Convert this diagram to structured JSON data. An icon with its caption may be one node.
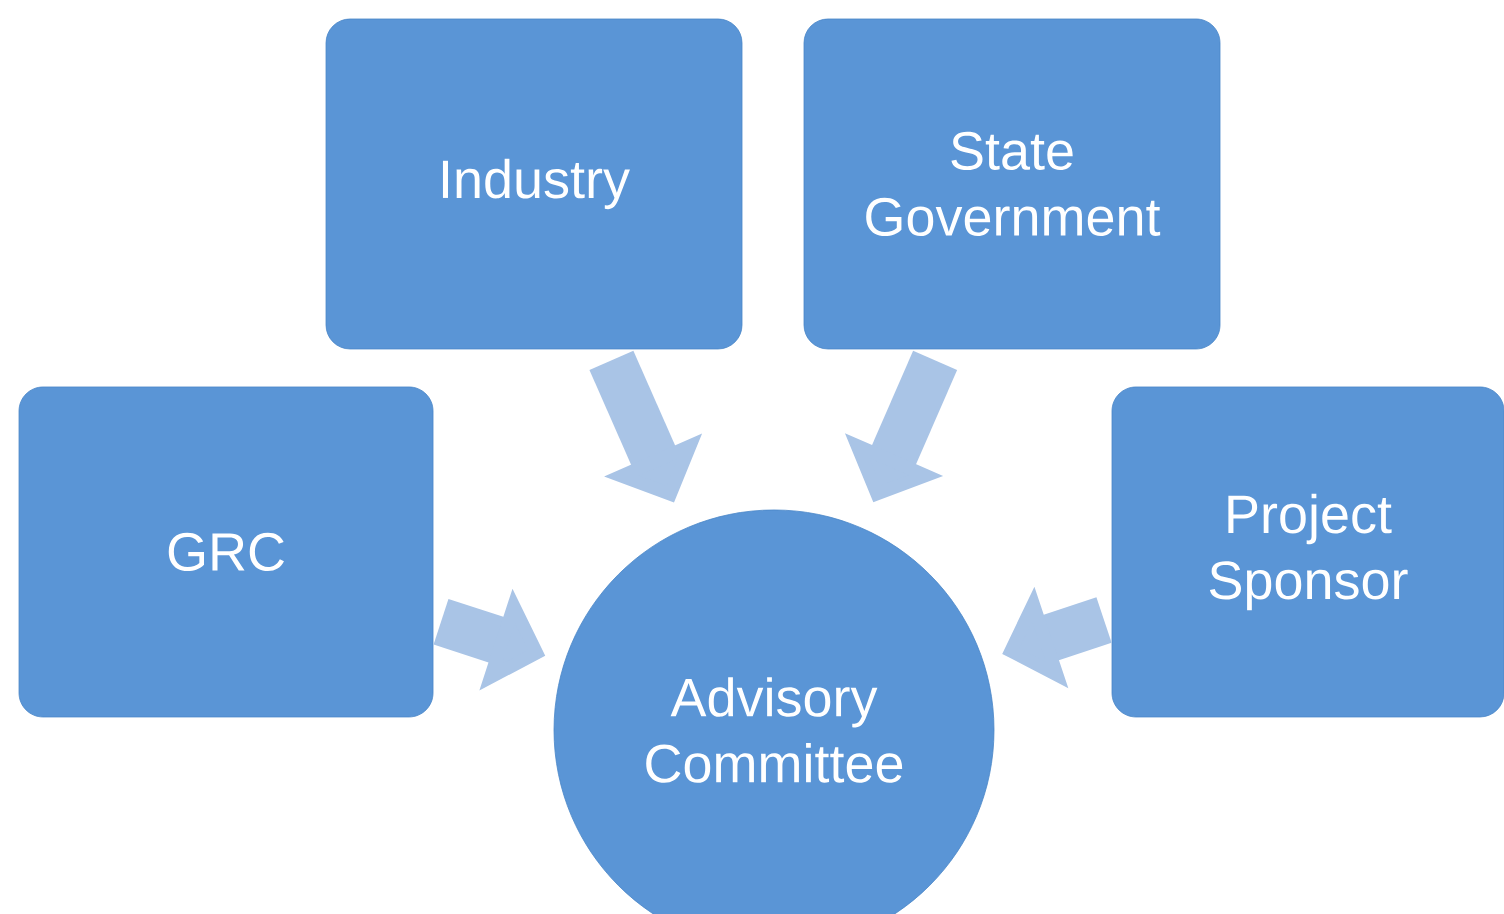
{
  "diagram": {
    "nodes": [
      {
        "text": [
          "Industry"
        ]
      },
      {
        "text": [
          "State Government"
        ]
      },
      {
        "text": [
          "GRC"
        ]
      },
      {
        "text": [
          "Project Sponsor"
        ]
      },
      {
        "text": [
          "Advisory Committee"
        ]
      }
    ],
    "edges": [
      {
        "from": 0,
        "to": 4,
        "arrow": "to"
      },
      {
        "from": 1,
        "to": 4,
        "arrow": "to"
      },
      {
        "from": 2,
        "to": 4,
        "arrow": "to"
      },
      {
        "from": 3,
        "to": 4,
        "arrow": "to"
      }
    ]
  }
}
